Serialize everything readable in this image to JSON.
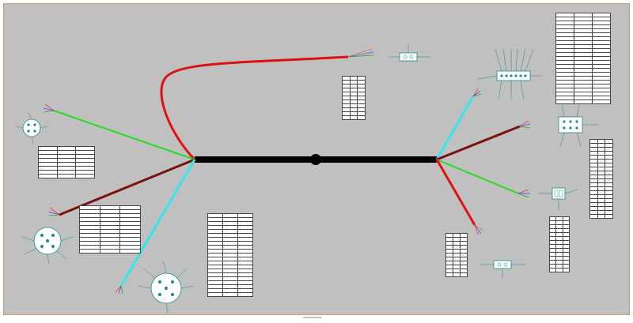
{
  "footer": {
    "label": "ADVANCEDRAW"
  },
  "colors": {
    "background": "#c0c0c0",
    "border": "#c8a070",
    "trunk": "#000000",
    "red": "#e01010",
    "green": "#22dd22",
    "cyan": "#33e5ee",
    "maroon": "#7a1010",
    "teal": "#1a8a8a"
  },
  "tables": [
    {
      "id": "t-top-right",
      "cols": [
        "",
        "",
        ""
      ],
      "rows": [
        [
          "",
          "",
          ""
        ],
        [
          "",
          "",
          ""
        ],
        [
          "",
          "",
          ""
        ],
        [
          "",
          "",
          ""
        ],
        [
          "",
          "",
          ""
        ],
        [
          "",
          "",
          ""
        ],
        [
          "",
          "",
          ""
        ],
        [
          "",
          "",
          ""
        ],
        [
          "",
          "",
          ""
        ],
        [
          "",
          "",
          ""
        ],
        [
          "",
          "",
          ""
        ],
        [
          "",
          "",
          ""
        ],
        [
          "",
          "",
          ""
        ],
        [
          "",
          "",
          ""
        ],
        [
          "",
          "",
          ""
        ],
        [
          "",
          "",
          ""
        ],
        [
          "",
          "",
          ""
        ],
        [
          "",
          "",
          ""
        ],
        [
          "",
          "",
          ""
        ],
        [
          "",
          "",
          ""
        ],
        [
          "",
          "",
          ""
        ],
        [
          "",
          "",
          ""
        ]
      ]
    },
    {
      "id": "t-left-upper",
      "cols": [
        "",
        "",
        ""
      ],
      "rows": [
        [
          "",
          "",
          ""
        ],
        [
          "",
          "",
          ""
        ],
        [
          "",
          "",
          ""
        ],
        [
          "",
          "",
          ""
        ],
        [
          "",
          "",
          ""
        ],
        [
          "",
          "",
          ""
        ],
        [
          "",
          "",
          ""
        ]
      ]
    },
    {
      "id": "t-left-lower",
      "cols": [
        "",
        "",
        ""
      ],
      "rows": [
        [
          "",
          "",
          ""
        ],
        [
          "",
          "",
          ""
        ],
        [
          "",
          "",
          ""
        ],
        [
          "",
          "",
          ""
        ],
        [
          "",
          "",
          ""
        ],
        [
          "",
          "",
          ""
        ],
        [
          "",
          "",
          ""
        ],
        [
          "",
          "",
          ""
        ],
        [
          "",
          "",
          ""
        ],
        [
          "",
          "",
          ""
        ],
        [
          "",
          "",
          ""
        ]
      ]
    },
    {
      "id": "t-center-bottom",
      "cols": [
        "",
        "",
        ""
      ],
      "rows": [
        [
          "",
          "",
          ""
        ],
        [
          "",
          "",
          ""
        ],
        [
          "",
          "",
          ""
        ],
        [
          "",
          "",
          ""
        ],
        [
          "",
          "",
          ""
        ],
        [
          "",
          "",
          ""
        ],
        [
          "",
          "",
          ""
        ],
        [
          "",
          "",
          ""
        ],
        [
          "",
          "",
          ""
        ],
        [
          "",
          "",
          ""
        ],
        [
          "",
          "",
          ""
        ],
        [
          "",
          "",
          ""
        ],
        [
          "",
          "",
          ""
        ],
        [
          "",
          "",
          ""
        ],
        [
          "",
          "",
          ""
        ],
        [
          "",
          "",
          ""
        ],
        [
          "",
          "",
          ""
        ],
        [
          "",
          "",
          ""
        ],
        [
          "",
          "",
          ""
        ],
        [
          "",
          "",
          ""
        ]
      ]
    },
    {
      "id": "t-center-top",
      "cols": [
        "",
        "",
        ""
      ],
      "rows": [
        [
          "",
          "",
          ""
        ],
        [
          "",
          "",
          ""
        ],
        [
          "",
          "",
          ""
        ],
        [
          "",
          "",
          ""
        ],
        [
          "",
          "",
          ""
        ],
        [
          "",
          "",
          ""
        ],
        [
          "",
          "",
          ""
        ],
        [
          "",
          "",
          ""
        ],
        [
          "",
          "",
          ""
        ],
        [
          "",
          "",
          ""
        ]
      ]
    },
    {
      "id": "t-right-mid",
      "cols": [
        "",
        "",
        ""
      ],
      "rows": [
        [
          "",
          "",
          ""
        ],
        [
          "",
          "",
          ""
        ],
        [
          "",
          "",
          ""
        ],
        [
          "",
          "",
          ""
        ],
        [
          "",
          "",
          ""
        ],
        [
          "",
          "",
          ""
        ],
        [
          "",
          "",
          ""
        ],
        [
          "",
          "",
          ""
        ],
        [
          "",
          "",
          ""
        ],
        [
          "",
          "",
          ""
        ],
        [
          "",
          "",
          ""
        ],
        [
          "",
          "",
          ""
        ],
        [
          "",
          "",
          ""
        ],
        [
          "",
          "",
          ""
        ],
        [
          "",
          "",
          ""
        ],
        [
          "",
          "",
          ""
        ],
        [
          "",
          "",
          ""
        ],
        [
          "",
          "",
          ""
        ],
        [
          "",
          "",
          ""
        ]
      ]
    },
    {
      "id": "t-right-lower",
      "cols": [
        "",
        "",
        ""
      ],
      "rows": [
        [
          "",
          "",
          ""
        ],
        [
          "",
          "",
          ""
        ],
        [
          "",
          "",
          ""
        ],
        [
          "",
          "",
          ""
        ],
        [
          "",
          "",
          ""
        ],
        [
          "",
          "",
          ""
        ],
        [
          "",
          "",
          ""
        ],
        [
          "",
          "",
          ""
        ],
        [
          "",
          "",
          ""
        ],
        [
          "",
          "",
          ""
        ],
        [
          "",
          "",
          ""
        ],
        [
          "",
          "",
          ""
        ],
        [
          "",
          "",
          ""
        ]
      ]
    },
    {
      "id": "t-bottom-mid",
      "cols": [
        "",
        "",
        ""
      ],
      "rows": [
        [
          "",
          "",
          ""
        ],
        [
          "",
          "",
          ""
        ],
        [
          "",
          "",
          ""
        ],
        [
          "",
          "",
          ""
        ],
        [
          "",
          "",
          ""
        ],
        [
          "",
          "",
          ""
        ],
        [
          "",
          "",
          ""
        ],
        [
          "",
          "",
          ""
        ],
        [
          "",
          "",
          ""
        ],
        [
          "",
          "",
          ""
        ]
      ]
    }
  ]
}
